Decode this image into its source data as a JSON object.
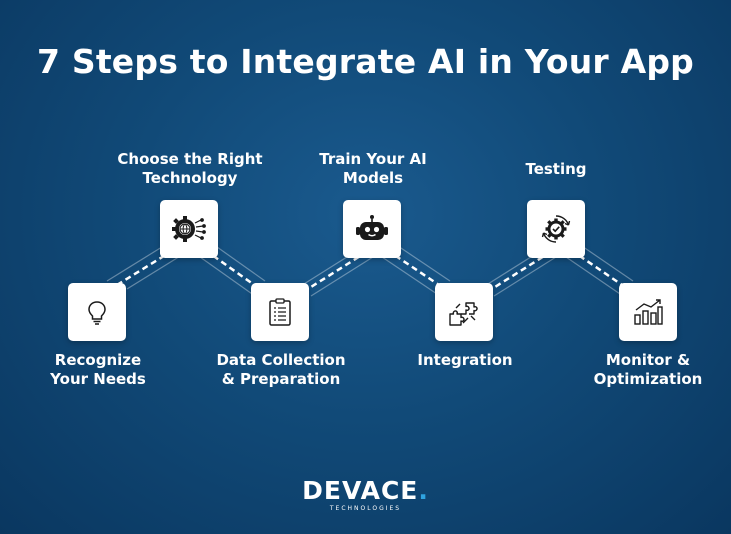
{
  "title": "7 Steps to Integrate AI in Your App",
  "steps": [
    {
      "line1": "Recognize",
      "line2": "Your Needs",
      "icon": "lightbulb-icon"
    },
    {
      "line1": "Choose the Right",
      "line2": "Technology",
      "icon": "globe-gear-icon"
    },
    {
      "line1": "Data Collection",
      "line2": "& Preparation",
      "icon": "clipboard-icon"
    },
    {
      "line1": "Train Your AI",
      "line2": "Models",
      "icon": "robot-icon"
    },
    {
      "line1": "Integration",
      "line2": "",
      "icon": "puzzle-icon"
    },
    {
      "line1": "Testing",
      "line2": "",
      "icon": "gear-check-icon"
    },
    {
      "line1": "Monitor &",
      "line2": "Optimization",
      "icon": "bar-chart-icon"
    }
  ],
  "brand": {
    "name": "DEVACE",
    "subtitle": "TECHNOLOGIES",
    "accent": "#2fa3e0"
  },
  "colors": {
    "background": "#114a78",
    "box": "#ffffff",
    "icon": "#1a1a1a"
  }
}
